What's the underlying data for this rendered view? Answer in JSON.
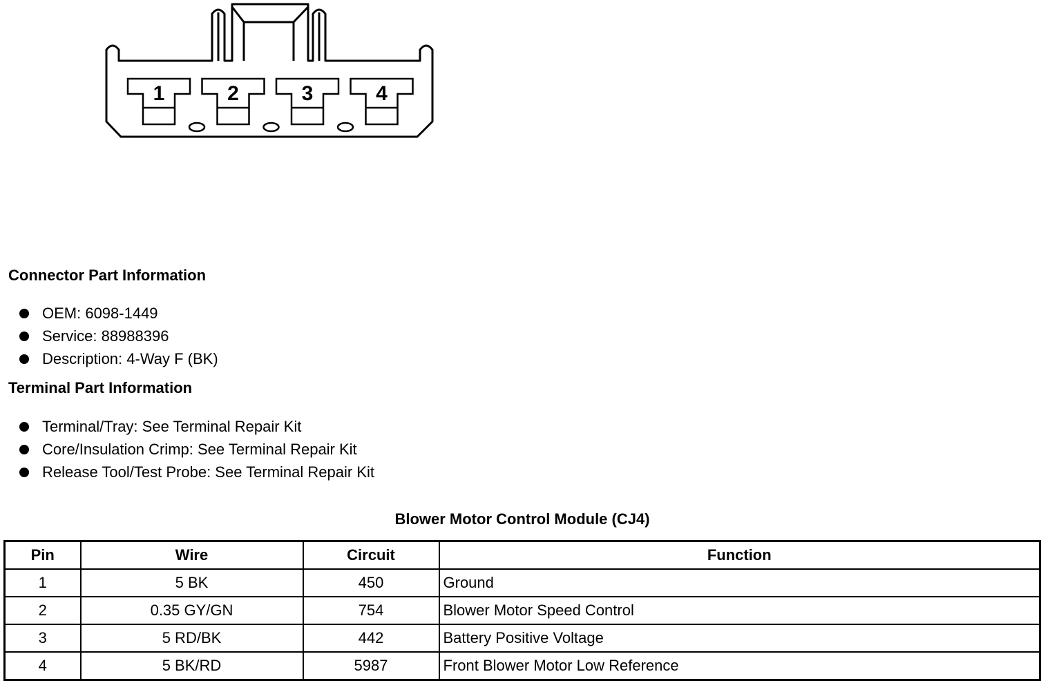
{
  "connector": {
    "pins": [
      "1",
      "2",
      "3",
      "4"
    ]
  },
  "connector_info": {
    "heading": "Connector Part Information",
    "items": [
      "OEM: 6098-1449",
      "Service: 88988396",
      "Description: 4-Way F (BK)"
    ]
  },
  "terminal_info": {
    "heading": "Terminal Part Information",
    "items": [
      "Terminal/Tray: See Terminal Repair Kit",
      "Core/Insulation Crimp: See Terminal Repair Kit",
      "Release Tool/Test Probe: See Terminal Repair Kit"
    ]
  },
  "table": {
    "title": "Blower Motor Control Module (CJ4)",
    "headers": [
      "Pin",
      "Wire",
      "Circuit",
      "Function"
    ],
    "rows": [
      [
        "1",
        "5 BK",
        "450",
        "Ground"
      ],
      [
        "2",
        "0.35 GY/GN",
        "754",
        "Blower Motor Speed Control"
      ],
      [
        "3",
        "5 RD/BK",
        "442",
        "Battery Positive Voltage"
      ],
      [
        "4",
        "5 BK/RD",
        "5987",
        "Front Blower Motor Low Reference"
      ]
    ]
  }
}
